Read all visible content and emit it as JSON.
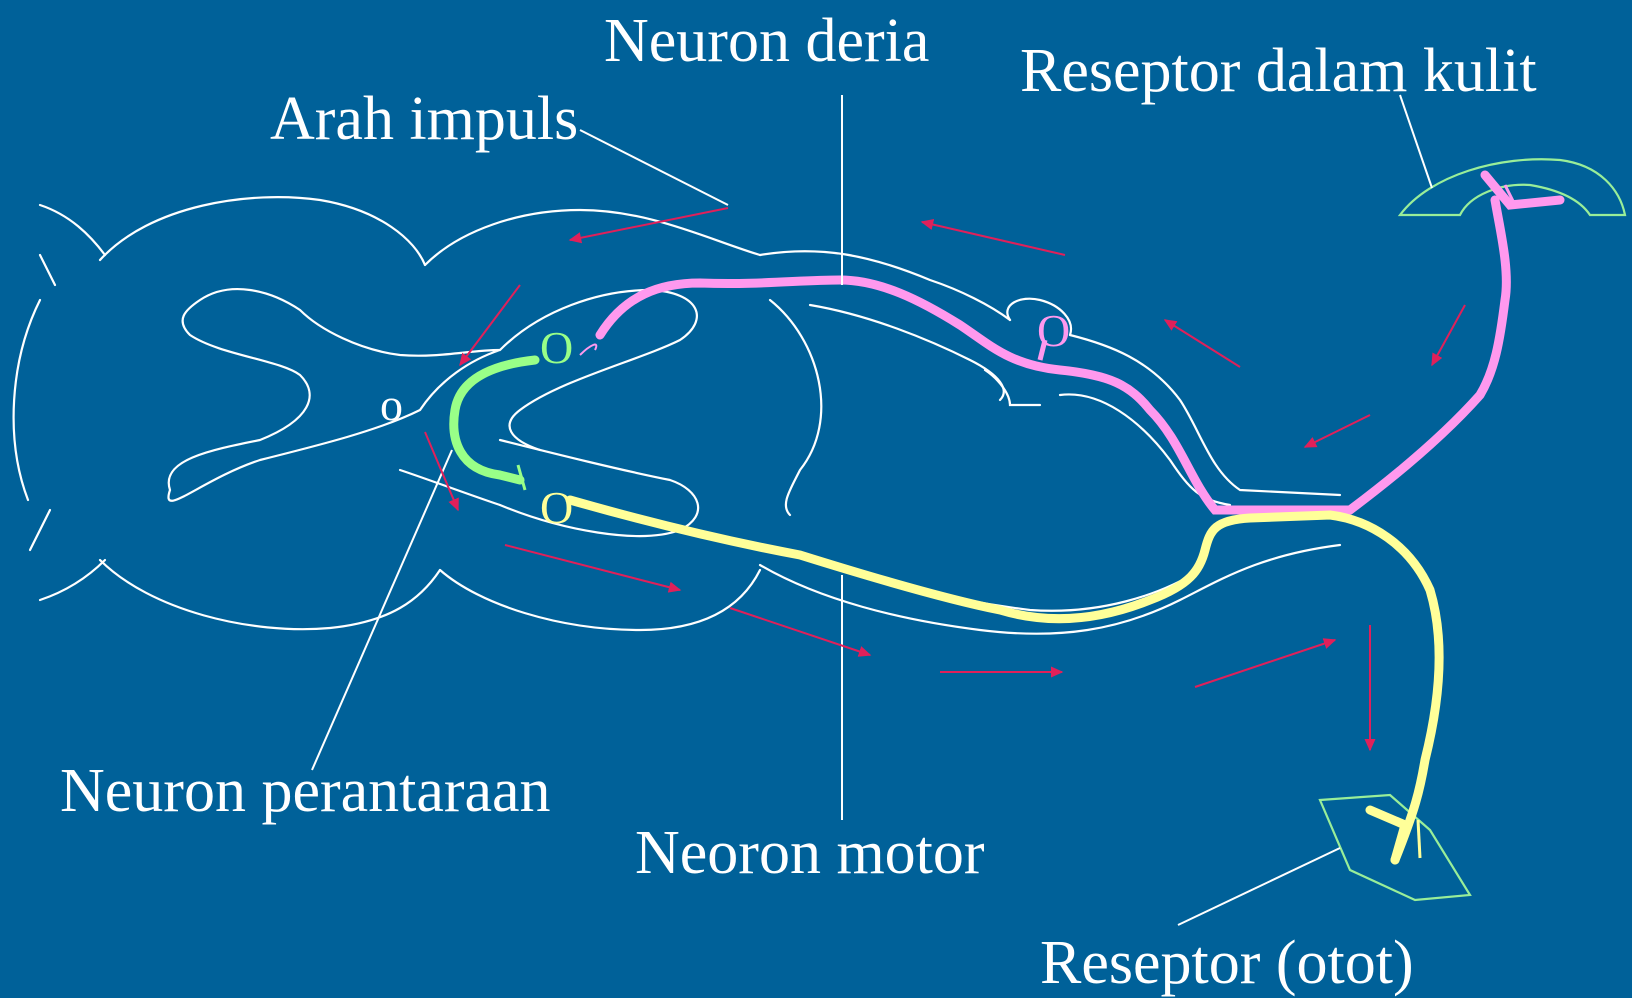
{
  "labels": {
    "sensory_neuron": "Neuron deria",
    "skin_receptor": "Reseptor dalam kulit",
    "impulse_direction": "Arah impuls",
    "relay_neuron": "Neuron perantaraan",
    "motor_neuron": "Neoron motor",
    "muscle_receptor": "Reseptor (otot)"
  },
  "markers": {
    "cell_body": "o",
    "cell_body_large": "O"
  },
  "colors": {
    "background": "#006199",
    "outline": "#ffffff",
    "sensory": "#ff99ee",
    "relay": "#99ff88",
    "motor": "#ffff99",
    "receptor": "#99ee99",
    "arrow": "#e0205a"
  }
}
